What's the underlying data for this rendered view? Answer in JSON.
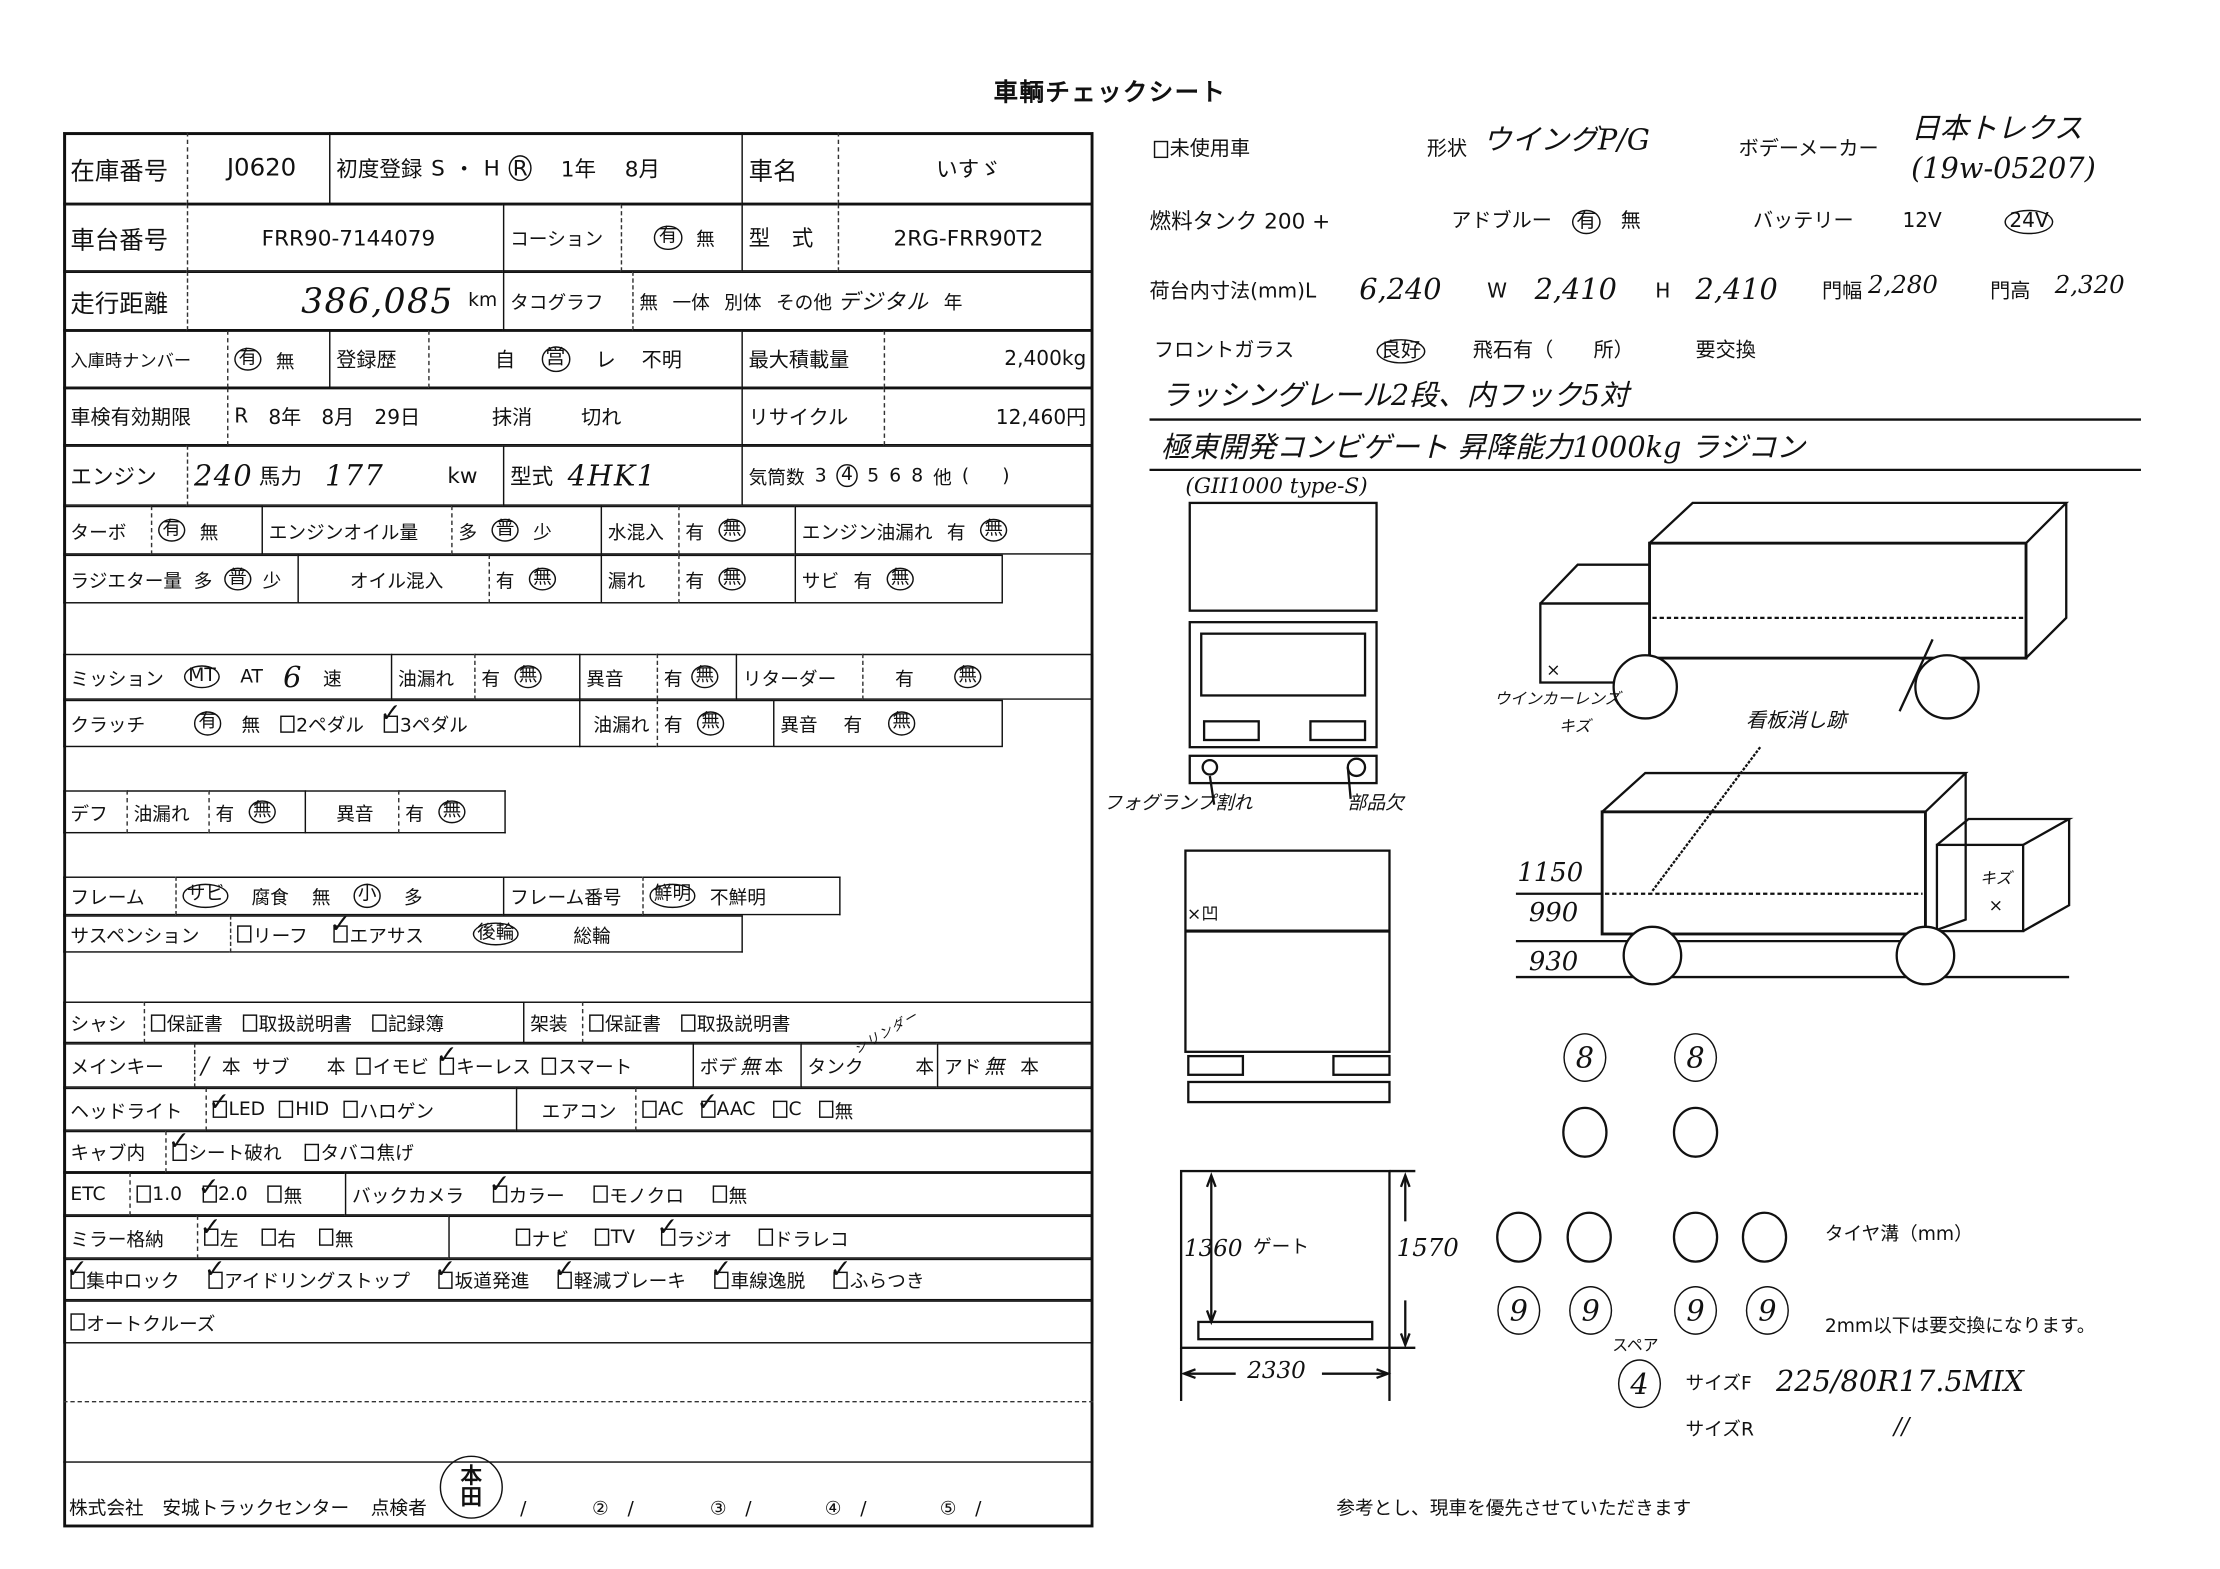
{
  "title": "車輌チェックシート",
  "common": {
    "yes": "有",
    "no": "無",
    "hon": "本",
    "slash": "/"
  },
  "r1": {
    "stock_label": "在庫番号",
    "stock": "J0620",
    "first_reg_label": "初度登録",
    "era_s": "S",
    "dot": "・",
    "era_h": "H",
    "era_r": "R",
    "year": "1年",
    "month": "8月",
    "name_label": "車名",
    "name": "いすゞ"
  },
  "r2": {
    "chassis_label": "車台番号",
    "chassis": "FRR90-7144079",
    "caution_label": "コーション",
    "caution": "有",
    "model_label": "型　式",
    "model": "2RG-FRR90T2"
  },
  "r3": {
    "mileage_label": "走行距離",
    "mileage": "386,085",
    "unit": "km",
    "tacho_label": "タコグラフ",
    "tacho_opts": [
      "無",
      "一体",
      "別体",
      "その他"
    ],
    "tacho_value": "デジタル",
    "year": "年"
  },
  "r4": {
    "plate_label": "入庫時ナンバー",
    "plate": "有",
    "history_label": "登録歴",
    "history_opts": [
      "自",
      "営",
      "レ",
      "不明"
    ],
    "history": "営",
    "maxload_label": "最大積載量",
    "maxload": "2,400kg"
  },
  "r5": {
    "inspection_label": "車検有効期限",
    "era": "R",
    "year": "8年",
    "month": "8月",
    "day": "29日",
    "cancel": "抹消",
    "expired": "切れ",
    "recycle_label": "リサイクル",
    "recycle": "12,460円"
  },
  "r6": {
    "engine_label": "エンジン",
    "hp": "240",
    "hp_label": "馬力",
    "kw": "177",
    "kw_label": "kw",
    "type_label": "型式",
    "type": "4HK1",
    "cyl_label": "気筒数",
    "cyl_opts": [
      "3",
      "4",
      "5",
      "6",
      "8",
      "他",
      "(",
      ")"
    ],
    "cyl": "4"
  },
  "r7": {
    "turbo_label": "ターボ",
    "oil_label": "エンジンオイル量",
    "oil_opts": [
      "多",
      "普",
      "少"
    ],
    "water_label": "水混入",
    "leak_label": "エンジン油漏れ"
  },
  "r8": {
    "radiator_label": "ラジエター量",
    "oilmix_label": "オイル混入",
    "leak_label": "漏れ",
    "rust_label": "サビ"
  },
  "r9": {
    "mission_label": "ミッション",
    "mt": "MT",
    "at": "AT",
    "speeds": "6",
    "speed_label": "速",
    "leak_label": "油漏れ",
    "noise_label": "異音",
    "retarder_label": "リターダー"
  },
  "r10": {
    "clutch_label": "クラッチ",
    "pedal2": "2ペダル",
    "pedal2_checked": false,
    "pedal3": "3ペダル",
    "pedal3_checked": true,
    "leak_label": "油漏れ",
    "noise_label": "異音"
  },
  "r11": {
    "diff_label": "デフ",
    "leak_label": "油漏れ",
    "noise_label": "異音"
  },
  "r12": {
    "frame_label": "フレーム",
    "rust": "サビ",
    "corrosion": "腐食",
    "corr_opts": [
      "無",
      "小",
      "多"
    ],
    "frameno_label": "フレーム番号",
    "clear": "鮮明",
    "unclear": "不鮮明"
  },
  "r13": {
    "susp_label": "サスペンション",
    "leaf": "リーフ",
    "leaf_checked": false,
    "air": "エアサス",
    "air_checked": true,
    "rear": "後輪",
    "all": "総輪"
  },
  "r14": {
    "chassis_label": "シャシ",
    "warranty": "保証書",
    "manual": "取扱説明書",
    "record": "記録簿",
    "body_label": "架装",
    "b_warranty": "保証書",
    "b_manual": "取扱説明書"
  },
  "r15": {
    "key_label": "メインキー",
    "main_count": "/",
    "sub_label": "サブ",
    "immobi": "イモビ",
    "immobi_checked": false,
    "keyless": "キーレス",
    "keyless_checked": true,
    "smart": "スマート",
    "smart_checked": false,
    "body_key": "ボデ",
    "body_key_val": "無",
    "tank_key": "タンク",
    "tank_key_val": "シリンダー",
    "ad_key": "アド",
    "ad_key_val": "無"
  },
  "r16": {
    "headlight_label": "ヘッドライト",
    "led": "LED",
    "led_checked": true,
    "hid": "HID",
    "halogen": "ハロゲン",
    "ac_label": "エアコン",
    "ac": "AC",
    "aac": "AAC",
    "aac_checked": true,
    "c": "C",
    "none": "無"
  },
  "r17": {
    "cab_label": "キャブ内",
    "seat": "シート破れ",
    "seat_checked": true,
    "tobacco": "タバコ焦げ"
  },
  "r18": {
    "etc_label": "ETC",
    "v1": "1.0",
    "v2": "2.0",
    "v2_checked": true,
    "none": "無",
    "camera_label": "バックカメラ",
    "color": "カラー",
    "color_checked": true,
    "mono": "モノクロ"
  },
  "r19": {
    "mirror_label": "ミラー格納",
    "left": "左",
    "left_checked": true,
    "right": "右",
    "none": "無",
    "navi": "ナビ",
    "tv": "TV",
    "radio": "ラジオ",
    "radio_checked": true,
    "dashcam": "ドラレコ"
  },
  "r20": {
    "items": [
      "集中ロック",
      "アイドリングストップ",
      "坂道発進",
      "軽減ブレーキ",
      "車線逸脱",
      "ふらつき"
    ]
  },
  "r21": {
    "cruise": "オートクルーズ"
  },
  "footer": {
    "company": "株式会社　安城トラックセンター",
    "inspector": "点検者",
    "stamp": [
      "本",
      "田"
    ],
    "n2": "②",
    "n3": "③",
    "n4": "④",
    "n5": "⑤"
  },
  "right": {
    "unused": "未使用車",
    "shape_label": "形状",
    "shape": "ウイングP/G",
    "body_maker_label": "ボデーメーカー",
    "body_maker": "日本トレクス",
    "body_maker_no": "(19w-05207)",
    "fuel_label": "燃料タンク",
    "fuel": "200 +",
    "adblue_label": "アドブルー",
    "battery_label": "バッテリー",
    "v12": "12V",
    "v24": "24V",
    "dims_label": "荷台内寸法(mm)",
    "L": "L",
    "L_val": "6,240",
    "W": "W",
    "W_val": "2,410",
    "H": "H",
    "H_val": "2,410",
    "door_w_label": "門幅",
    "door_w": "2,280",
    "door_h_label": "門高",
    "door_h": "2,320",
    "glass_label": "フロントガラス",
    "glass_good": "良好",
    "glass_chip": "飛石有（　　所）",
    "glass_replace": "要交換",
    "note1": "ラッシングレール2段、内フック5対",
    "note2": "極東開発コンビゲート 昇降能力1000kg ラジコン",
    "note3": "(GII1000 type-S)",
    "fog": "フォグランプ割れ",
    "missing": "部品欠",
    "winker": "ウインカーレンズ",
    "scratch": "キズ",
    "sign": "看板消し跡",
    "x": "×",
    "xdent": "×凹",
    "h1150": "1150",
    "h990": "990",
    "h930": "930",
    "gate_h": "1360",
    "gate_label": "ゲート",
    "gate_total": "1570",
    "gate_w": "2330",
    "tires_front": [
      "8",
      "8"
    ],
    "tires_rear": [
      "9",
      "9",
      "9",
      "9"
    ],
    "spare_label": "スペア",
    "spare": "4",
    "tread_label": "タイヤ溝（mm）",
    "tread_note": "2mm以下は要交換になります。",
    "size_f_label": "サイズF",
    "size_f": "225/80R17.5MIX",
    "size_r_label": "サイズR",
    "size_r": "//",
    "disclaimer": "参考とし、現車を優先させていただきます"
  }
}
